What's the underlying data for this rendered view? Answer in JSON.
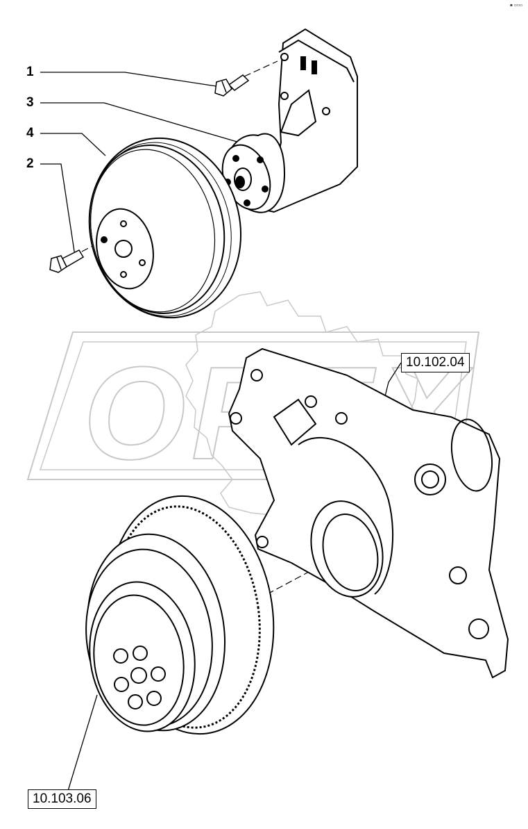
{
  "callouts": [
    {
      "id": "1",
      "label": "1"
    },
    {
      "id": "3",
      "label": "3"
    },
    {
      "id": "4",
      "label": "4"
    },
    {
      "id": "2",
      "label": "2"
    }
  ],
  "references": {
    "timing_cover": "10.102.04",
    "damper": "10.103.06"
  },
  "watermark": "OPEX",
  "corner_mark": "▪ ▫▫▫"
}
